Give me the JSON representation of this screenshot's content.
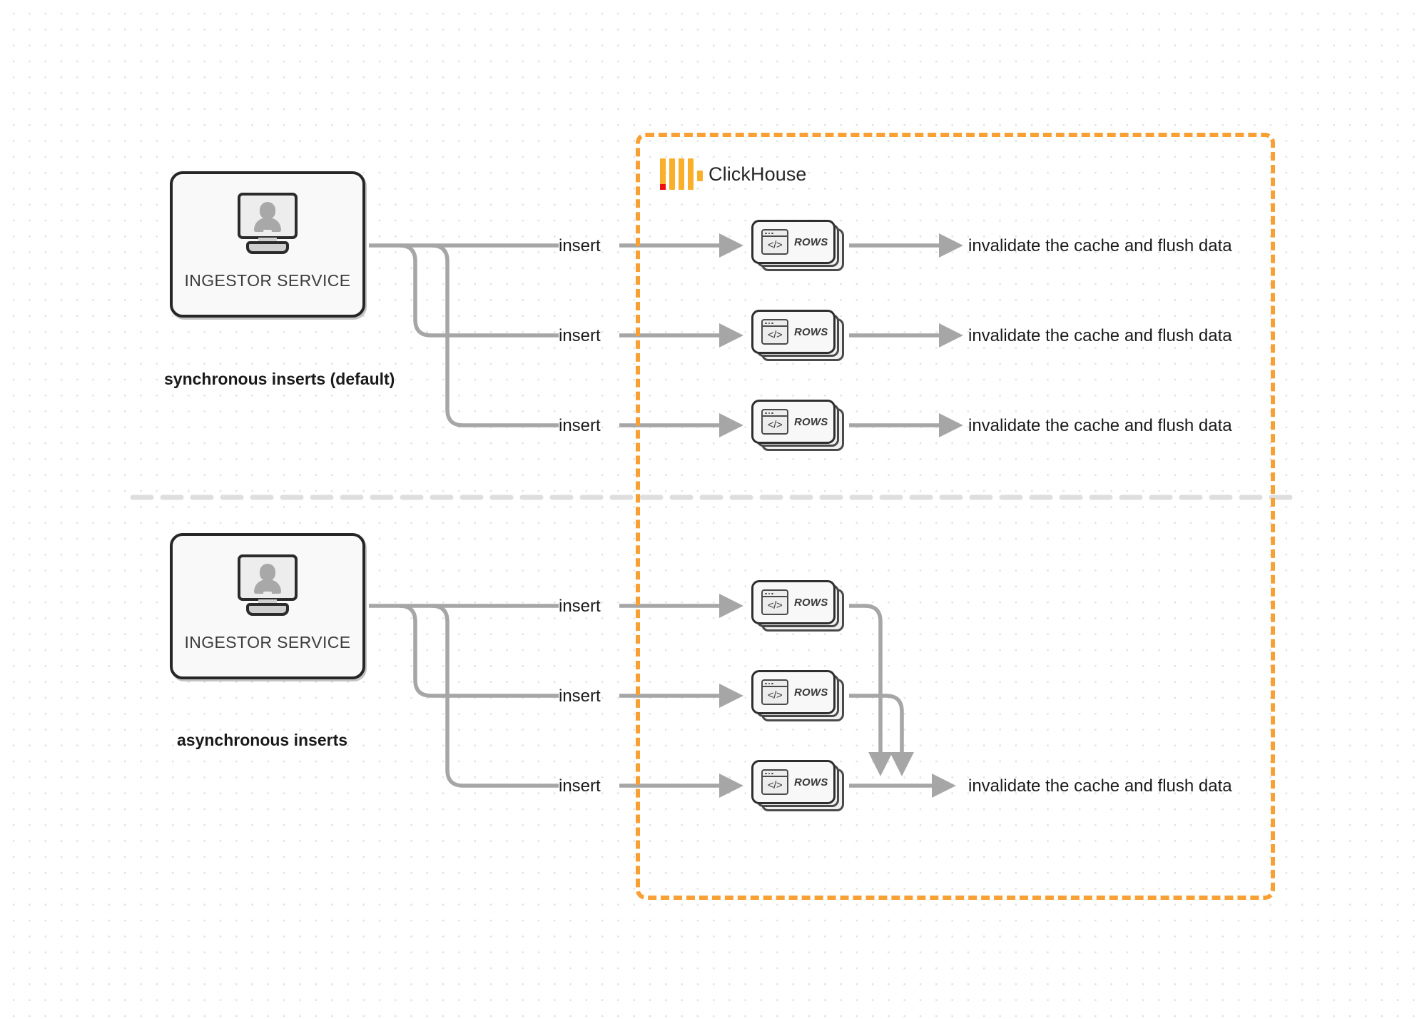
{
  "diagram": {
    "title": "ClickHouse synchronous vs asynchronous inserts",
    "colors": {
      "accent_orange": "#F8A033",
      "logo_orange": "#FAAF2B",
      "logo_red": "#EE1010",
      "connector_grey": "#A6A6A6",
      "node_border": "#2E2E2E",
      "background": "#FFFFFF"
    }
  },
  "clickhouse_boundary": {
    "brand_name": "ClickHouse",
    "logo_icon": "clickhouse-logo-icon"
  },
  "sections": [
    {
      "id": "synchronous",
      "caption": "synchronous inserts (default)",
      "service": {
        "label": "INGESTOR SERVICE",
        "icon": "monitor-user-icon"
      },
      "flows": [
        {
          "insert_label": "insert",
          "rows_label": "ROWS",
          "rows_icon": "code-window-icon",
          "result_label": "invalidate the cache and flush data"
        },
        {
          "insert_label": "insert",
          "rows_label": "ROWS",
          "rows_icon": "code-window-icon",
          "result_label": "invalidate the cache and flush data"
        },
        {
          "insert_label": "insert",
          "rows_label": "ROWS",
          "rows_icon": "code-window-icon",
          "result_label": "invalidate the cache and flush data"
        }
      ]
    },
    {
      "id": "asynchronous",
      "caption": "asynchronous inserts",
      "service": {
        "label": "INGESTOR SERVICE",
        "icon": "monitor-user-icon"
      },
      "flows": [
        {
          "insert_label": "insert",
          "rows_label": "ROWS",
          "rows_icon": "code-window-icon"
        },
        {
          "insert_label": "insert",
          "rows_label": "ROWS",
          "rows_icon": "code-window-icon"
        },
        {
          "insert_label": "insert",
          "rows_label": "ROWS",
          "rows_icon": "code-window-icon"
        }
      ],
      "merged_result_label": "invalidate the cache and flush data"
    }
  ]
}
